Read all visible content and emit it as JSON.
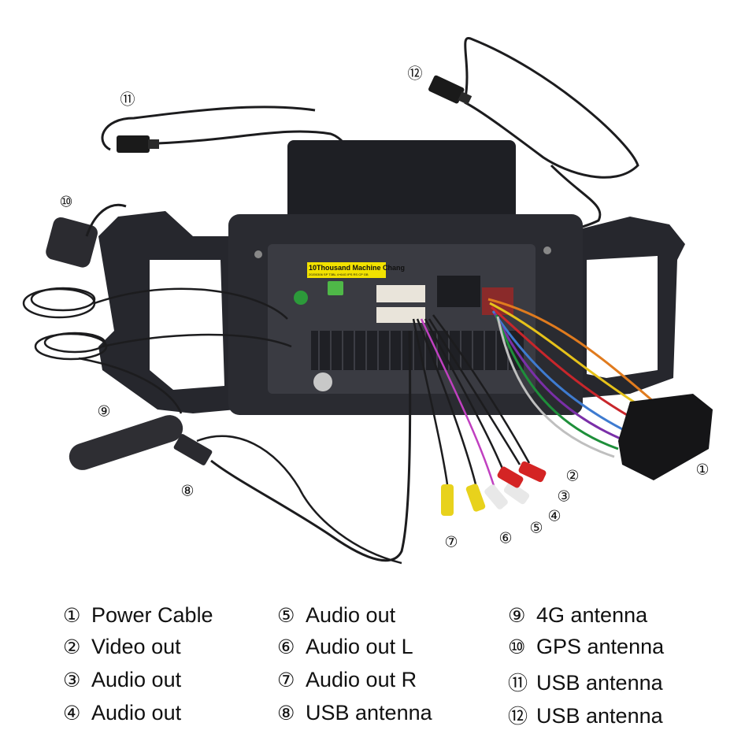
{
  "sticker": {
    "label": "10Thousand Machine Chang",
    "sub": "20200306 SP T3BL 4+64G IPS RS CP GB"
  },
  "callouts": [
    {
      "id": "1",
      "num": "①"
    },
    {
      "id": "2",
      "num": "②"
    },
    {
      "id": "3",
      "num": "③"
    },
    {
      "id": "4",
      "num": "④"
    },
    {
      "id": "5",
      "num": "⑤"
    },
    {
      "id": "6",
      "num": "⑥"
    },
    {
      "id": "7",
      "num": "⑦"
    },
    {
      "id": "8",
      "num": "⑧"
    },
    {
      "id": "9",
      "num": "⑨"
    },
    {
      "id": "10",
      "num": "⑩"
    },
    {
      "id": "11",
      "num": "⑪"
    },
    {
      "id": "12",
      "num": "⑫"
    }
  ],
  "legend": [
    {
      "num": "①",
      "label": "Power Cable"
    },
    {
      "num": "②",
      "label": "Video out"
    },
    {
      "num": "③",
      "label": "Audio out"
    },
    {
      "num": "④",
      "label": "Audio out"
    },
    {
      "num": "⑤",
      "label": "Audio out"
    },
    {
      "num": "⑥",
      "label": "Audio out L"
    },
    {
      "num": "⑦",
      "label": "Audio out R"
    },
    {
      "num": "⑧",
      "label": "USB antenna"
    },
    {
      "num": "⑨",
      "label": "4G antenna"
    },
    {
      "num": "⑩",
      "label": "GPS antenna"
    },
    {
      "num": "⑪",
      "label": "USB antenna"
    },
    {
      "num": "⑫",
      "label": "USB antenna"
    }
  ],
  "colors": {
    "frame": "#24252b",
    "cable": "#1c1c1e",
    "rca_red": "#d42424",
    "rca_white": "#e8e8e8",
    "rca_yellow": "#e8d21c",
    "sticker": "#f2e200"
  }
}
